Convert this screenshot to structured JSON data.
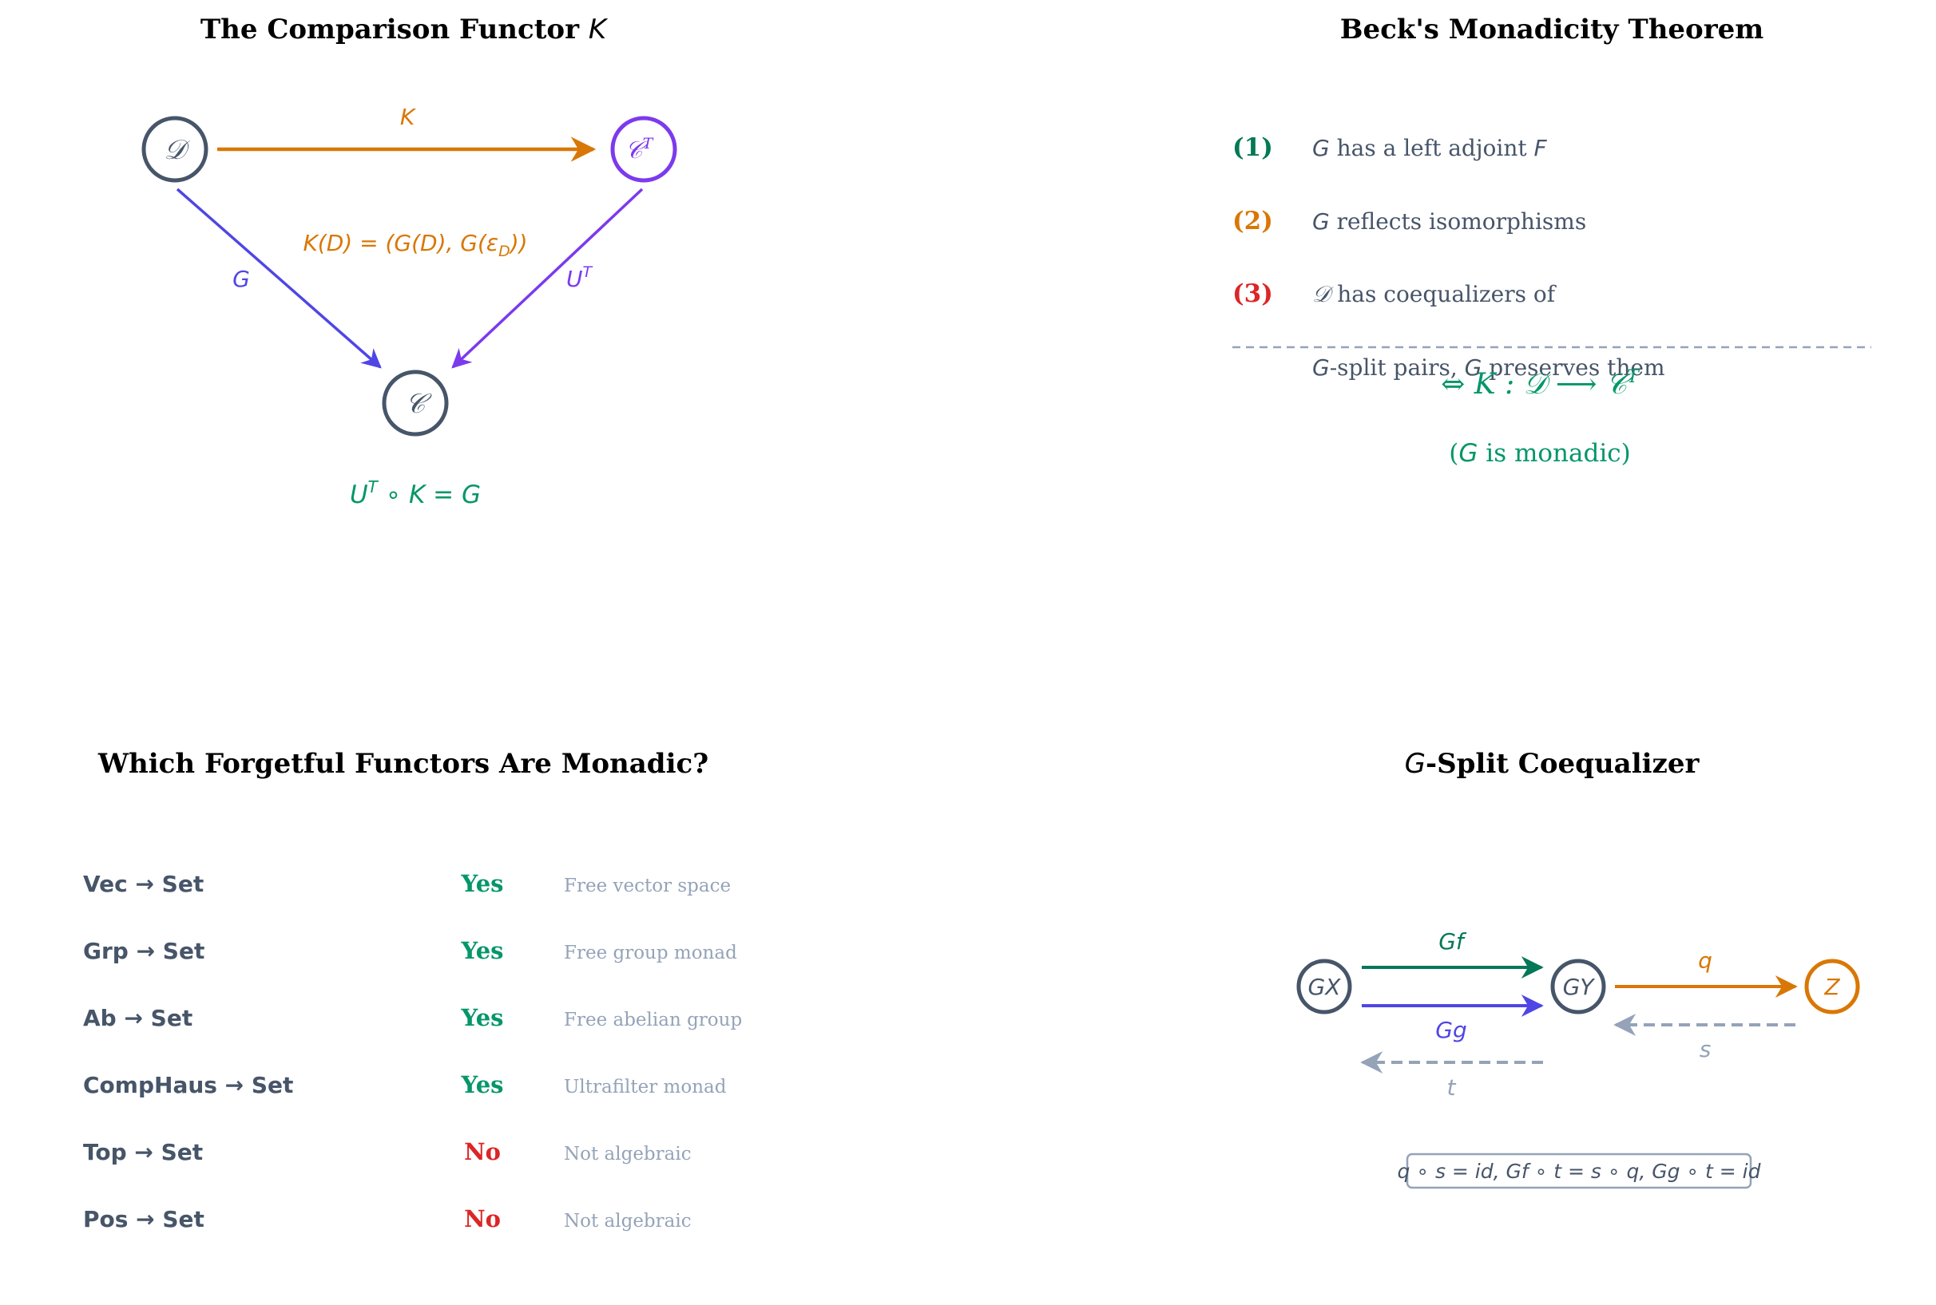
{
  "colors": {
    "dark": "#475569",
    "orange": "#d97706",
    "purple": "#7c3aed",
    "indigo": "#4f46e5",
    "teal": "#047857",
    "green": "#059669",
    "red": "#dc2626",
    "gray": "#94a3b8",
    "title": "#000000"
  },
  "comparison": {
    "title_text": "The Comparison Functor ",
    "title_var": "K",
    "nodes": {
      "D": "𝒟",
      "CT_base": "𝒞",
      "CT_sup": "T",
      "C": "𝒞"
    },
    "arrows": {
      "K": "K",
      "G": "G",
      "UT_base": "U",
      "UT_sup": "T"
    },
    "definition": "K(D) = (G(D),  G(ε",
    "definition_sub": "D",
    "definition_end": "))",
    "relation_base": "U",
    "relation_sup": "T",
    "relation_rest": " ∘ K = G"
  },
  "beck": {
    "title": "Beck's Monadicity Theorem",
    "conditions": [
      {
        "num": "(1)",
        "pre_var": "G",
        "text": " has a left adjoint ",
        "post_var": "F"
      },
      {
        "num": "(2)",
        "pre_var": "G",
        "text": " reflects isomorphisms",
        "post_var": ""
      },
      {
        "num": "(3)",
        "pre_var": "𝒟",
        "text": " has coequalizers of",
        "post_var": ""
      }
    ],
    "condition3_line2": {
      "var1": "G",
      "text1": "-split pairs, ",
      "var2": "G",
      "text2": " preserves them"
    },
    "conclusion": "⇔ K : 𝒟 ⟶ 𝒞",
    "conclusion_sup": "T",
    "conclusion_note_pre": "(",
    "conclusion_note_var": "G",
    "conclusion_note_post": " is monadic)"
  },
  "forgetful": {
    "title": "Which Forgetful Functors Are Monadic?",
    "rows": [
      {
        "functor": "Vec → Set",
        "answer": "Yes",
        "monadic": true,
        "note": "Free vector space"
      },
      {
        "functor": "Grp → Set",
        "answer": "Yes",
        "monadic": true,
        "note": "Free group monad"
      },
      {
        "functor": "Ab → Set",
        "answer": "Yes",
        "monadic": true,
        "note": "Free abelian group"
      },
      {
        "functor": "CompHaus → Set",
        "answer": "Yes",
        "monadic": true,
        "note": "Ultrafilter monad"
      },
      {
        "functor": "Top → Set",
        "answer": "No",
        "monadic": false,
        "note": "Not algebraic"
      },
      {
        "functor": "Pos → Set",
        "answer": "No",
        "monadic": false,
        "note": "Not algebraic"
      }
    ]
  },
  "split": {
    "title_var": "G",
    "title_rest": "-Split Coequalizer",
    "nodes": {
      "GX": "GX",
      "GY": "GY",
      "Z": "Z"
    },
    "arrows": {
      "Gf": "Gf",
      "Gg": "Gg",
      "q": "q",
      "s": "s",
      "t": "t"
    },
    "equations": "q ∘ s = id, Gf ∘ t = s ∘ q, Gg ∘ t = id"
  }
}
